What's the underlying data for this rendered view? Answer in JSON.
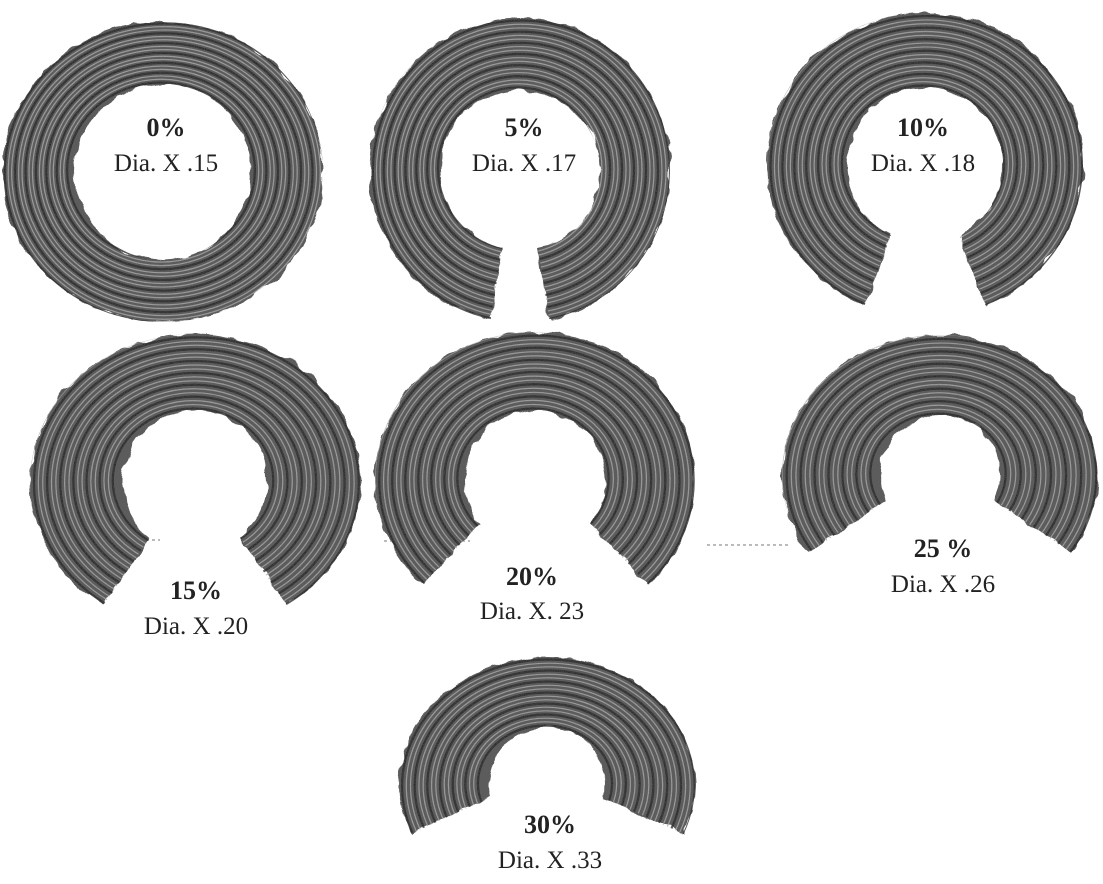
{
  "colors": {
    "wood_base": "#5c5c5c",
    "wood_dark": "#1a1a1a",
    "wood_light": "#b9b9b9",
    "text": "#222222",
    "background": "#ffffff"
  },
  "cross_sections": [
    {
      "id": "0",
      "percent_label": "0%",
      "diameter_label": "Dia. X .15",
      "notch_percent": 0
    },
    {
      "id": "5",
      "percent_label": "5%",
      "diameter_label": "Dia. X .17",
      "notch_percent": 5
    },
    {
      "id": "10",
      "percent_label": "10%",
      "diameter_label": "Dia. X .18",
      "notch_percent": 10
    },
    {
      "id": "15",
      "percent_label": "15%",
      "diameter_label": "Dia. X .20",
      "notch_percent": 15
    },
    {
      "id": "20",
      "percent_label": "20%",
      "diameter_label": "Dia. X. 23",
      "notch_percent": 20
    },
    {
      "id": "25",
      "percent_label": "25 %",
      "diameter_label": "Dia. X .26",
      "notch_percent": 25
    },
    {
      "id": "30",
      "percent_label": "30%",
      "diameter_label": "Dia. X .33",
      "notch_percent": 30
    }
  ]
}
